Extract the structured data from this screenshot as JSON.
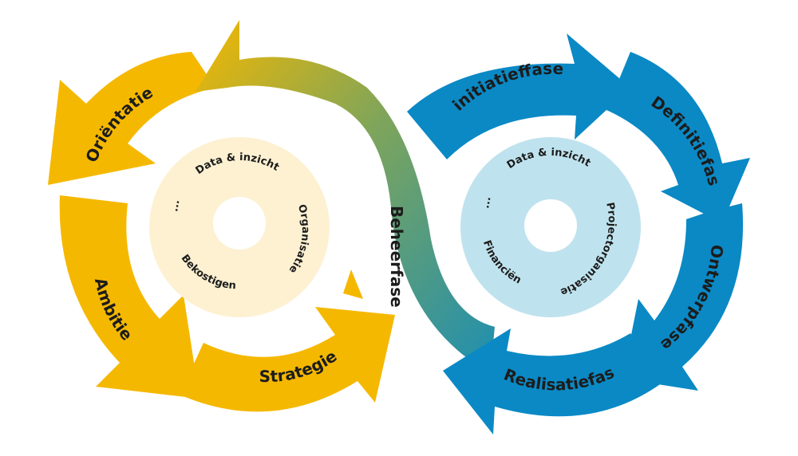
{
  "left_cycle": {
    "phases": [
      "Oriëntatie",
      "Ambitie",
      "Strategie"
    ],
    "inner_labels": [
      "Data & inzicht",
      "Organisatie",
      "Bekostigen",
      "..."
    ],
    "color": "#f5b800",
    "inner_color": "#fdf1d2"
  },
  "connector": {
    "label": "Beheerfase",
    "color_start": "#f5b800",
    "color_end": "#1f8fb0"
  },
  "right_cycle": {
    "phases": [
      "initiatieffase",
      "Definitiefase",
      "Ontwerpfase",
      "Realisatiefase"
    ],
    "inner_labels": [
      "Data & inzicht",
      "Projectorganisatie",
      "Financiën",
      "..."
    ],
    "color": "#0a89c5",
    "inner_color": "#bfe3ee"
  }
}
